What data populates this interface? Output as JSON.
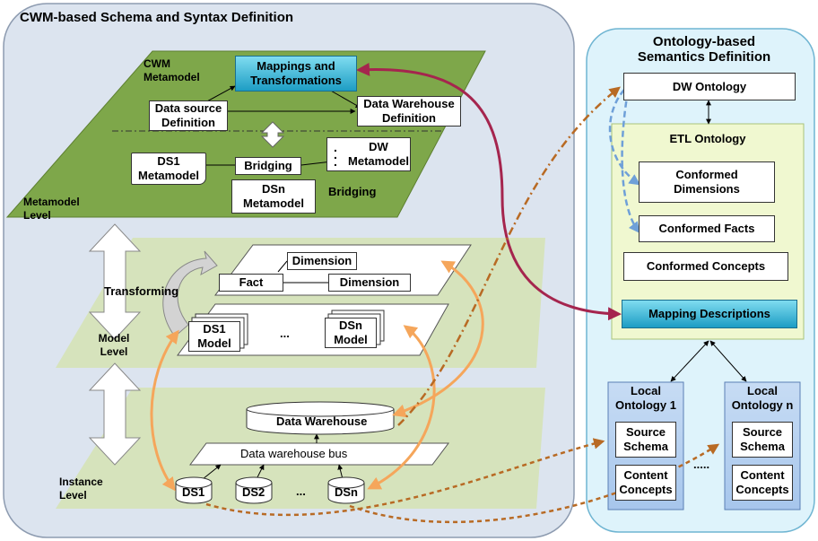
{
  "left_panel": {
    "title": "CWM-based Schema and Syntax Definition",
    "metamodel_level": {
      "corner_label": "CWM\nMetamodel",
      "level_label": "Metamodel\nLevel",
      "mappings": "Mappings and\nTransformations",
      "data_source_def": "Data source\nDefinition",
      "dw_def": "Data Warehouse\nDefinition",
      "ds1_meta": "DS1\nMetamodel",
      "bridging1": "Bridging",
      "dw_meta": "DW\nMetamodel",
      "dsn_meta": "DSn\nMetamodel",
      "bridging2": "Bridging"
    },
    "model_level": {
      "level_label": "Model\nLevel",
      "transforming": "Transforming",
      "dimension1": "Dimension",
      "fact": "Fact",
      "dimension2": "Dimension",
      "ds1_model": "DS1\nModel",
      "ellipsis": "...",
      "dsn_model": "DSn\nModel"
    },
    "instance_level": {
      "level_label": "Instance\nLevel",
      "data_warehouse": "Data Warehouse",
      "dw_bus": "Data warehouse bus",
      "ds1": "DS1",
      "ds2": "DS2",
      "ellipsis": "...",
      "dsn": "DSn"
    }
  },
  "right_panel": {
    "title": "Ontology-based\nSemantics Definition",
    "dw_ontology": "DW Ontology",
    "etl_ontology": "ETL Ontology",
    "conformed_dimensions": "Conformed\nDimensions",
    "conformed_facts": "Conformed Facts",
    "conformed_concepts": "Conformed  Concepts",
    "mapping_descriptions": "Mapping Descriptions",
    "local1_title": "Local\nOntology 1",
    "local1_source": "Source\nSchema",
    "local1_content": "Content\nConcepts",
    "localn_title": "Local\nOntology n",
    "localn_source": "Source\nSchema",
    "localn_content": "Content\nConcepts",
    "dots": "....."
  },
  "colors": {
    "left_panel_bg": "#dce4ef",
    "right_panel_bg": "#def3fb",
    "metamodel_green": "#7ea74a",
    "light_green": "#d6e3bc",
    "etl_bg": "#f0f8d0",
    "blue_box": "#1d9dc4",
    "orange_arrow": "#f5a65b",
    "crimson_arrow": "#a5254e",
    "brown_dash": "#b86a24",
    "blue_dash": "#6fa0d8"
  }
}
